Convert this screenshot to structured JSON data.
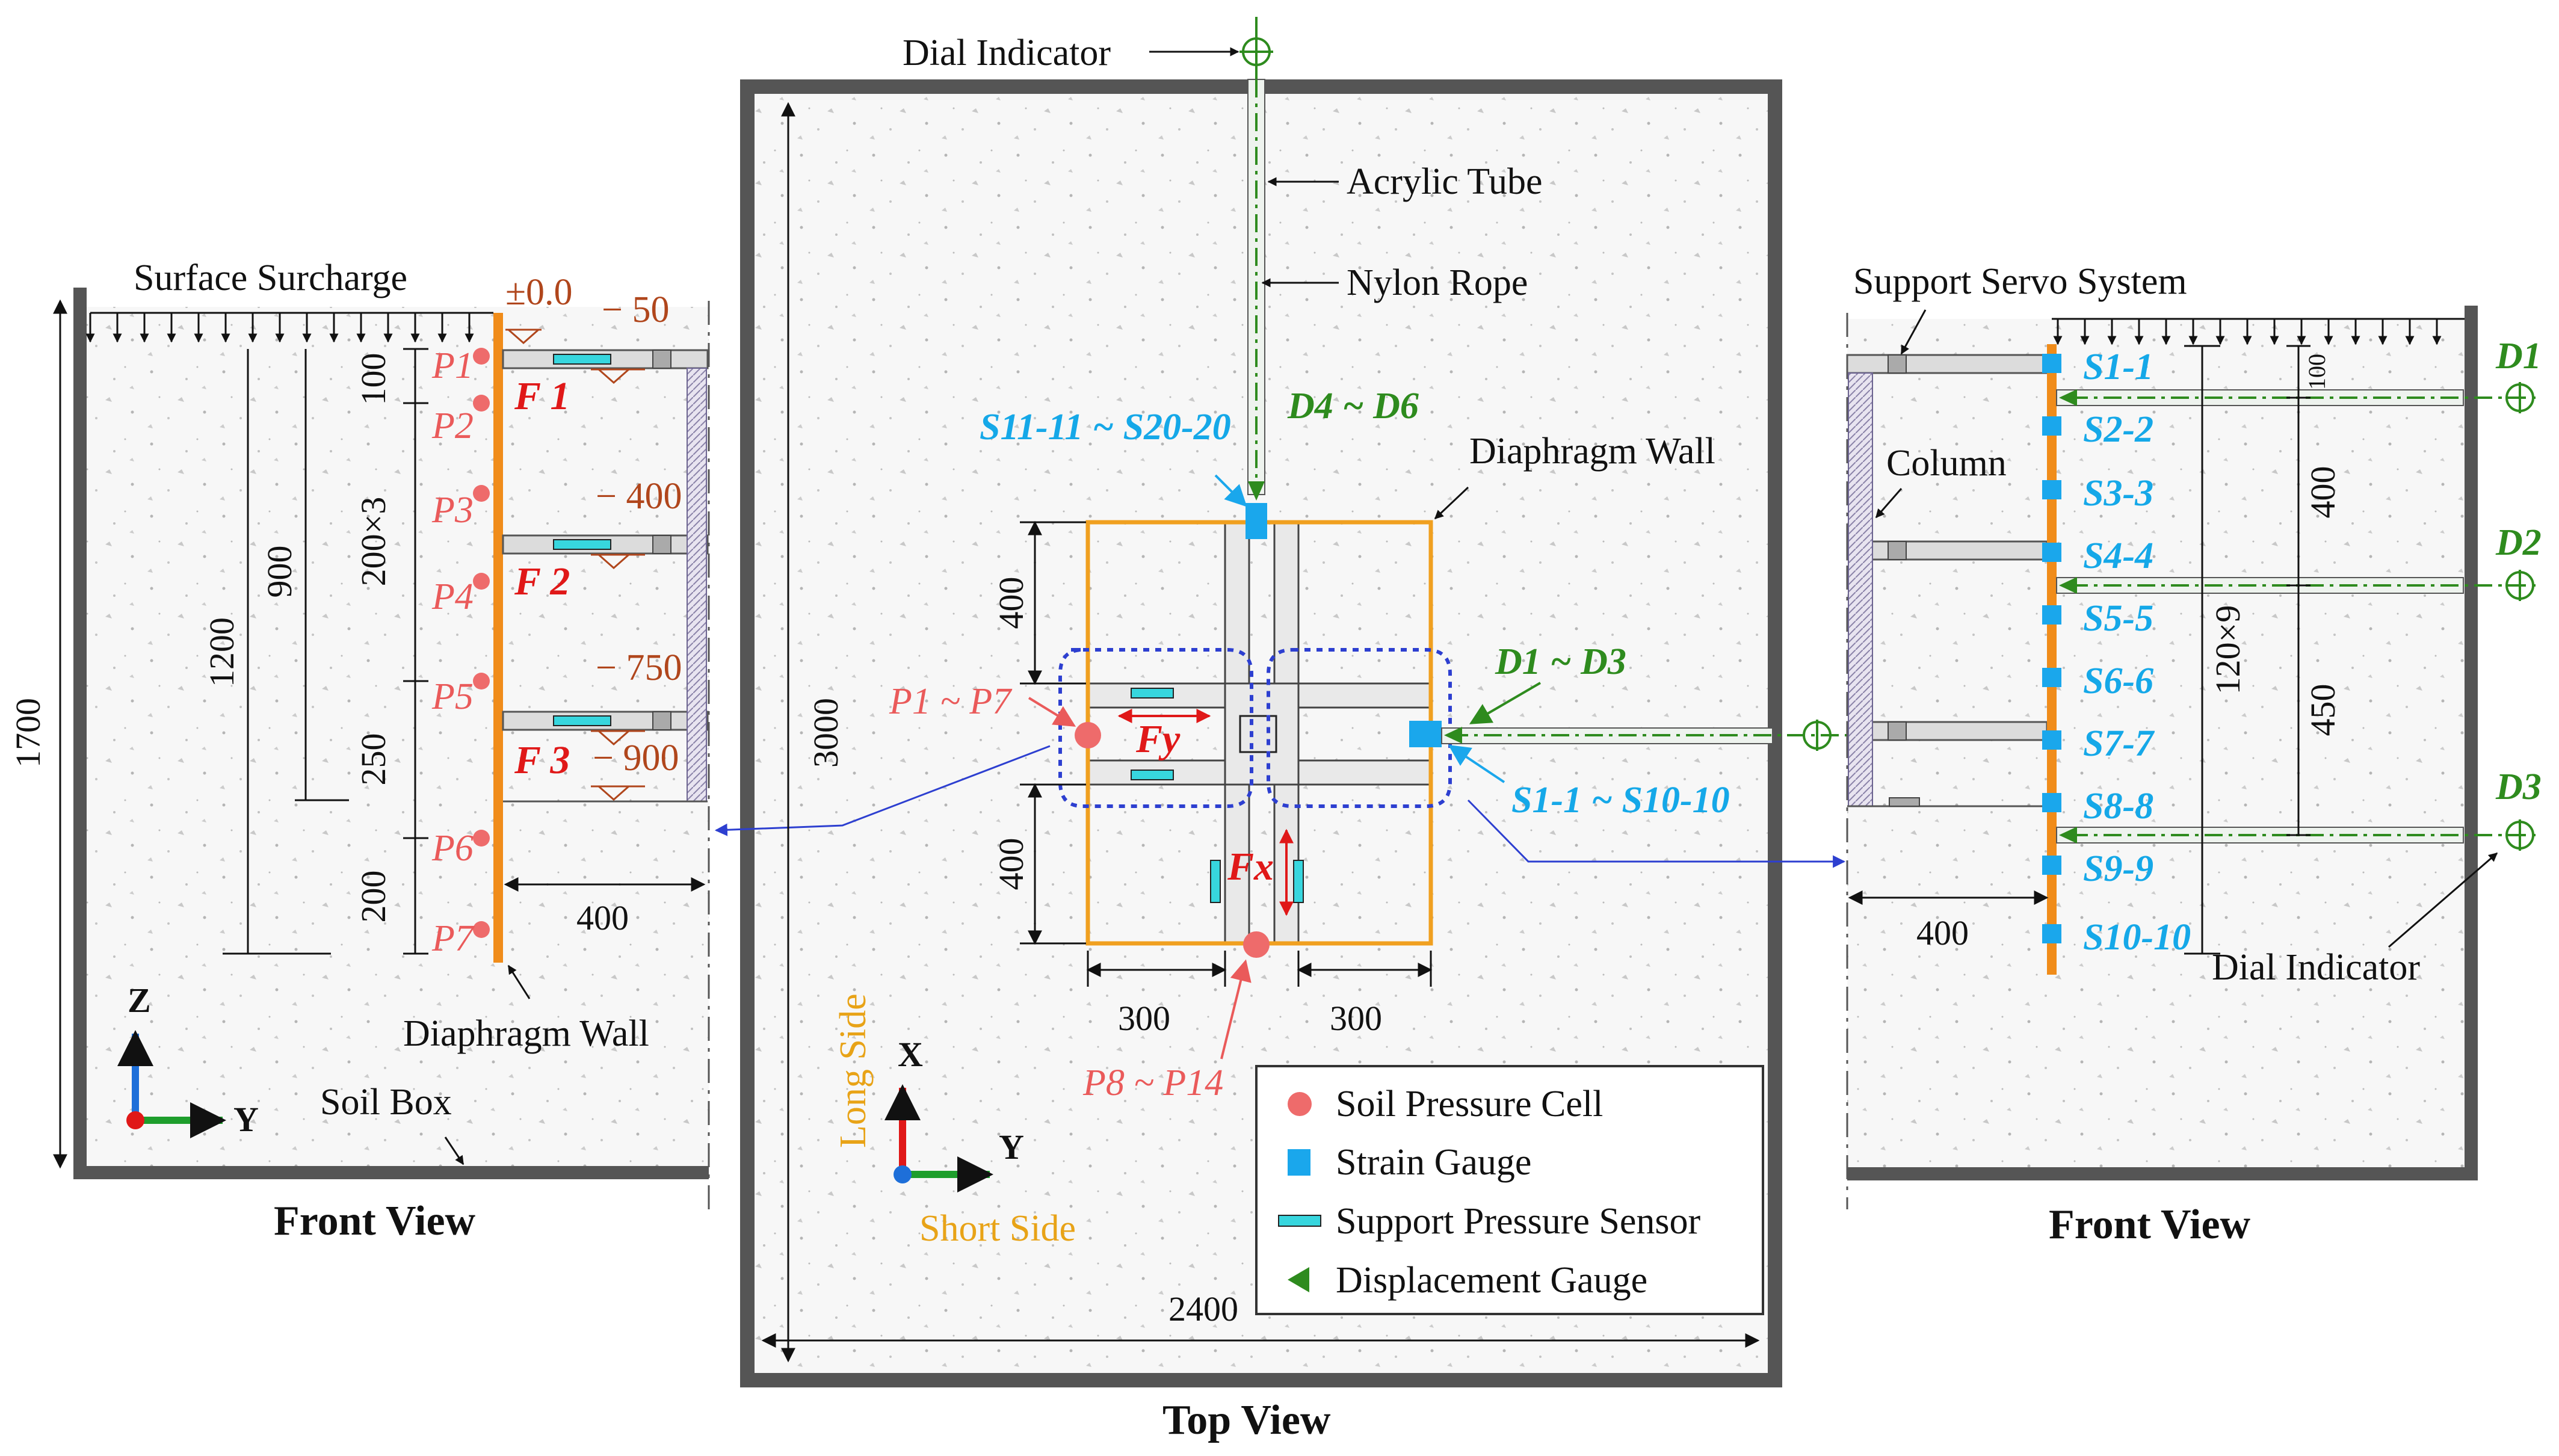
{
  "colors": {
    "wall_orange": "#f08c1a",
    "soil_pressure_red": "#ee6b6b",
    "strain_blue": "#1aa7ec",
    "support_cyan": "#37d6de",
    "displacement_green": "#2e8b1e",
    "box_gray": "#555555",
    "force_red": "#e01818",
    "level_brown": "#b0461c"
  },
  "titles": {
    "front_left": "Front View",
    "top": "Top View",
    "front_right": "Front View"
  },
  "left": {
    "surface_surcharge": "Surface Surcharge",
    "diaphragm_wall": "Diaphragm Wall",
    "soil_box": "Soil Box",
    "dims": {
      "height_total": "1700",
      "d1200": "1200",
      "d900": "900",
      "d100": "100",
      "d200x3": "200×3",
      "d250": "250",
      "d200": "200",
      "d400": "400"
    },
    "levels": [
      "±0.0",
      "− 50",
      "− 400",
      "− 750",
      "− 900"
    ],
    "pressure_cells": [
      "P1",
      "P2",
      "P3",
      "P4",
      "P5",
      "P6",
      "P7"
    ],
    "forces": [
      "F 1",
      "F 2",
      "F 3"
    ],
    "axes": {
      "z": "Z",
      "y": "Y"
    }
  },
  "top": {
    "dial_indicator": "Dial Indicator",
    "acrylic_tube": "Acrylic Tube",
    "nylon_rope": "Nylon Rope",
    "diaphragm_wall": "Diaphragm Wall",
    "s_top": "S11-11 ~ S20-20",
    "d_top": "D4 ~ D6",
    "d_right": "D1 ~ D3",
    "s_right": "S1-1 ~ S10-10",
    "p_left": "P1 ~ P7",
    "p_bottom": "P8 ~ P14",
    "fy": "Fy",
    "fx": "Fx",
    "dims": {
      "d3000": "3000",
      "d2400": "2400",
      "d400a": "400",
      "d400b": "400",
      "d300a": "300",
      "d300b": "300"
    },
    "long_side": "Long Side",
    "short_side": "Short Side",
    "axes": {
      "x": "X",
      "y": "Y"
    }
  },
  "legend": [
    {
      "label": "Soil Pressure Cell",
      "icon": "soil-pressure-cell-icon"
    },
    {
      "label": "Strain Gauge",
      "icon": "strain-gauge-icon"
    },
    {
      "label": "Support Pressure Sensor",
      "icon": "support-pressure-sensor-icon"
    },
    {
      "label": "Displacement Gauge",
      "icon": "displacement-gauge-icon"
    }
  ],
  "right": {
    "support_servo": "Support Servo System",
    "column": "Column",
    "dial_indicator": "Dial Indicator",
    "d_labels": [
      "D1",
      "D2",
      "D3"
    ],
    "s_labels": [
      "S1-1",
      "S2-2",
      "S3-3",
      "S4-4",
      "S5-5",
      "S6-6",
      "S7-7",
      "S8-8",
      "S9-9",
      "S10-10"
    ],
    "dims": {
      "d100": "100",
      "d400": "400",
      "d120x9": "120×9",
      "d450": "450"
    }
  }
}
